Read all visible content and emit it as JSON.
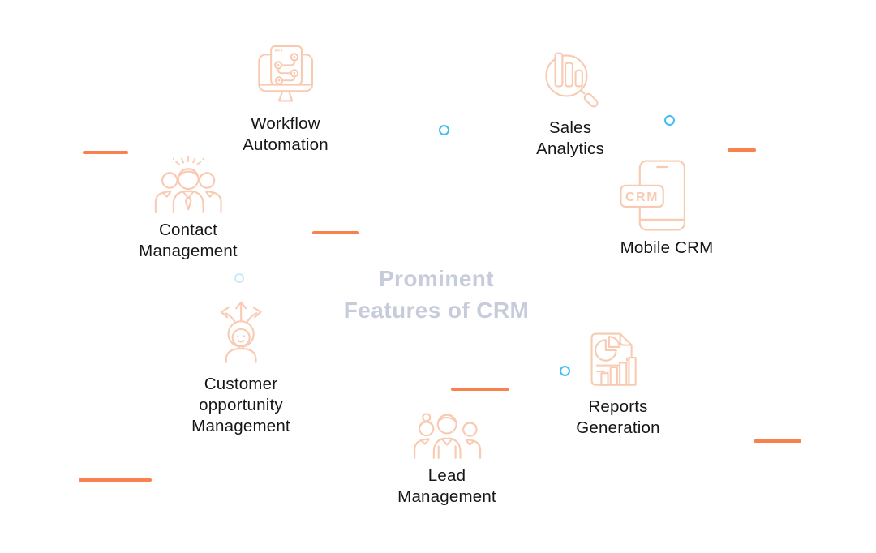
{
  "title": {
    "lines": [
      "Prominent",
      "Features of CRM"
    ]
  },
  "features": [
    {
      "name": "Workflow Automation",
      "icon": "workflow-automation-icon",
      "lines": [
        "Workflow",
        "Automation"
      ]
    },
    {
      "name": "Sales Analytics",
      "icon": "sales-analytics-icon",
      "lines": [
        "Sales",
        "Analytics"
      ]
    },
    {
      "name": "Contact Management",
      "icon": "contact-management-icon",
      "lines": [
        "Contact",
        "Management"
      ]
    },
    {
      "name": "Mobile CRM",
      "icon": "mobile-crm-icon",
      "lines": [
        "Mobile CRM"
      ],
      "badge_text": "CRM"
    },
    {
      "name": "Customer opportunity Management",
      "icon": "customer-opportunity-icon",
      "lines": [
        "Customer",
        "opportunity",
        "Management"
      ]
    },
    {
      "name": "Reports Generation",
      "icon": "reports-generation-icon",
      "lines": [
        "Reports",
        "Generation"
      ]
    },
    {
      "name": "Lead Management",
      "icon": "lead-management-icon",
      "lines": [
        "Lead",
        "Management"
      ]
    }
  ],
  "colors": {
    "background": "#FFFFFF",
    "icon_stroke": "#F9CAB2",
    "label_text": "#161616",
    "title_text": "#C6CCDA",
    "dash_orange": "#F9814E",
    "ring_blue": "#3EBEF2",
    "ring_blue_pale": "#C9E9FA"
  }
}
